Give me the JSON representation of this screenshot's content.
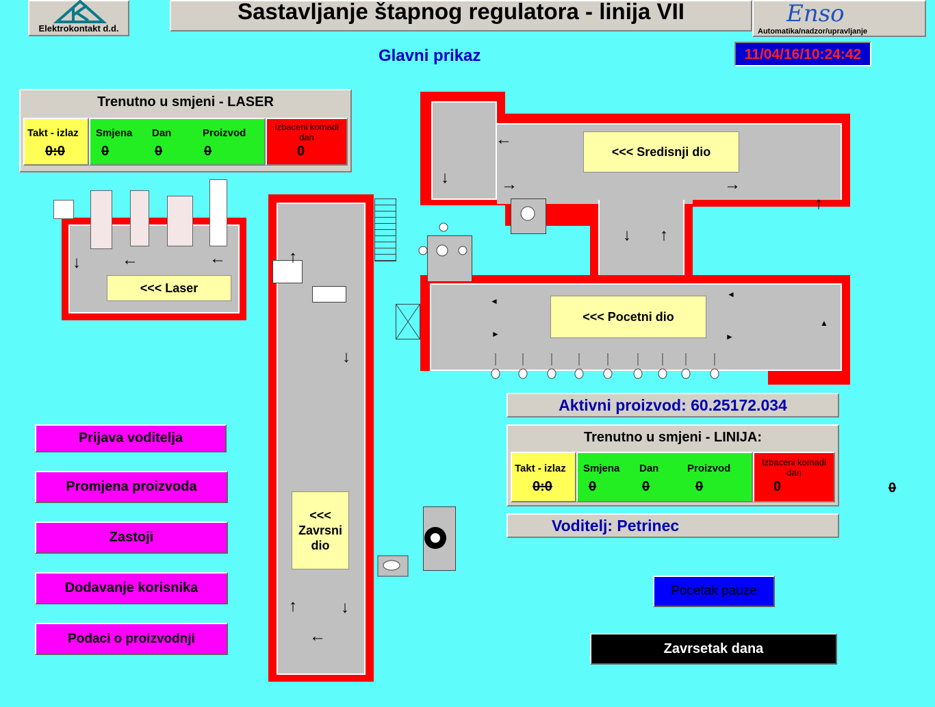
{
  "header": {
    "company": "Elektrokontakt d.d.",
    "title": "Sastavljanje štapnog regulatora - linija VII",
    "partner_logo_text": "Enso",
    "partner_subtitle": "Automatika/nadzor/upravljanje"
  },
  "view_title": "Glavni prikaz",
  "datetime": "11/04/16/10:24:42",
  "laser_panel": {
    "title": "Trenutno u smjeni - LASER",
    "takt_label": "Takt - izlaz",
    "takt_value": "0:0",
    "smjena_label": "Smjena",
    "smjena_value": "0",
    "dan_label": "Dan",
    "dan_value": "0",
    "proizvod_label": "Proizvod",
    "proizvod_value": "0",
    "izbaceni_label": "Izbaceni komadi dan",
    "izbaceni_value": "0"
  },
  "line_panel": {
    "title": "Trenutno u smjeni - LINIJA:",
    "takt_label": "Takt - izlaz",
    "takt_value": "0:0",
    "smjena_label": "Smjena",
    "smjena_value": "0",
    "dan_label": "Dan",
    "dan_value": "0",
    "proizvod_label": "Proizvod",
    "proizvod_value": "0",
    "izbaceni_label": "Izbaceni komadi dan",
    "izbaceni_value": "0"
  },
  "active_product": "Aktivni proizvod: 60.25172.034",
  "leader": "Voditelj: Petrinec",
  "extra_value": "0",
  "sections": {
    "laser": "<<<  Laser",
    "sredisnji": "<<<  Sredisnji dio",
    "pocetni": "<<<  Pocetni dio",
    "zavrsni": "<<<\nZavrsni\ndio"
  },
  "menu": {
    "prijava": "Prijava voditelja",
    "promjena": "Promjena proizvoda",
    "zastoji": "Zastoji",
    "dodavanje": "Dodavanje korisnika",
    "podaci": "Podaci o proizvodnji"
  },
  "pause_button": "Pocetak pauze",
  "end_button": "Zavrsetak dana",
  "colors": {
    "background": "#5ffcfc",
    "menu": "#ff00ff",
    "takt": "#ffff55",
    "counters": "#22ee22",
    "rejects": "#ff0000",
    "pause": "#0000ff",
    "end": "#000000",
    "conveyor_edge": "#ff0000",
    "section_label": "#ffffa8"
  }
}
